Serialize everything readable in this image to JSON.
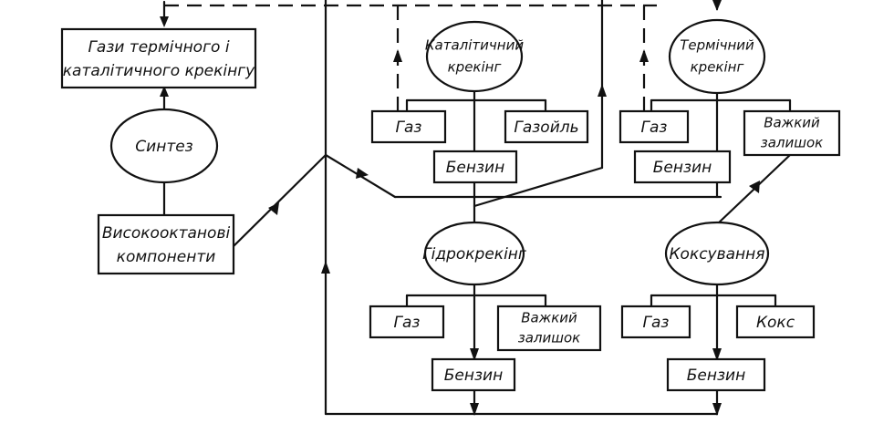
{
  "nodes": {
    "cracking_gases": [
      "Гази термічного і",
      "каталітичного крекінгу"
    ],
    "synthesis": "Синтез",
    "high_octane": [
      "Високооктанові",
      "компоненти"
    ],
    "catalytic_cracking": [
      "Каталітичний",
      "крекінг"
    ],
    "cat_gas": "Газ",
    "cat_gasoil": "Газойль",
    "cat_gasoline": "Бензин",
    "thermal_cracking": [
      "Термічний",
      "крекінг"
    ],
    "therm_gas": "Газ",
    "therm_residue": [
      "Важкий",
      "залишок"
    ],
    "therm_gasoline": "Бензин",
    "hydrocracking": "Гідрокрекінг",
    "hydro_gas": "Газ",
    "hydro_residue": [
      "Важкий",
      "залишок"
    ],
    "hydro_gasoline": "Бензин",
    "coking": "Коксування",
    "coke_gas": "Газ",
    "coke": "Кокс",
    "coke_gasoline": "Бензин"
  }
}
